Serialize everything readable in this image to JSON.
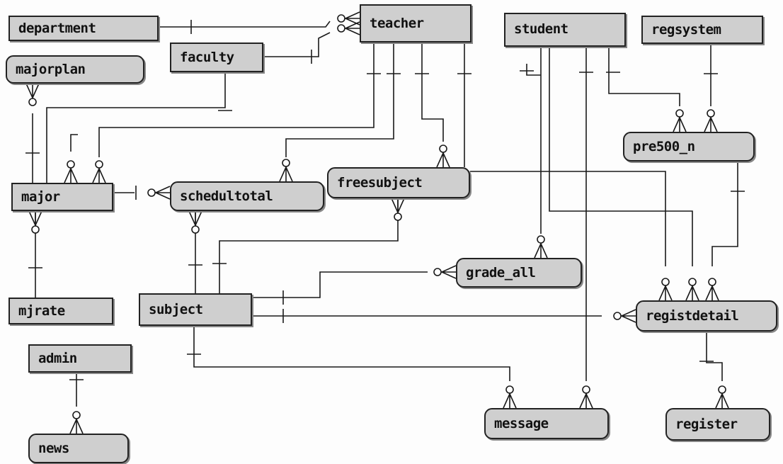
{
  "entities": {
    "department": "department",
    "teacher": "teacher",
    "student": "student",
    "regsystem": "regsystem",
    "faculty": "faculty",
    "majorplan": "majorplan",
    "pre500_n": "pre500_n",
    "major": "major",
    "schedultotal": "schedultotal",
    "freesubject": "freesubject",
    "grade_all": "grade_all",
    "mjrate": "mjrate",
    "subject": "subject",
    "registdetail": "registdetail",
    "admin": "admin",
    "news": "news",
    "message": "message",
    "register": "register"
  }
}
